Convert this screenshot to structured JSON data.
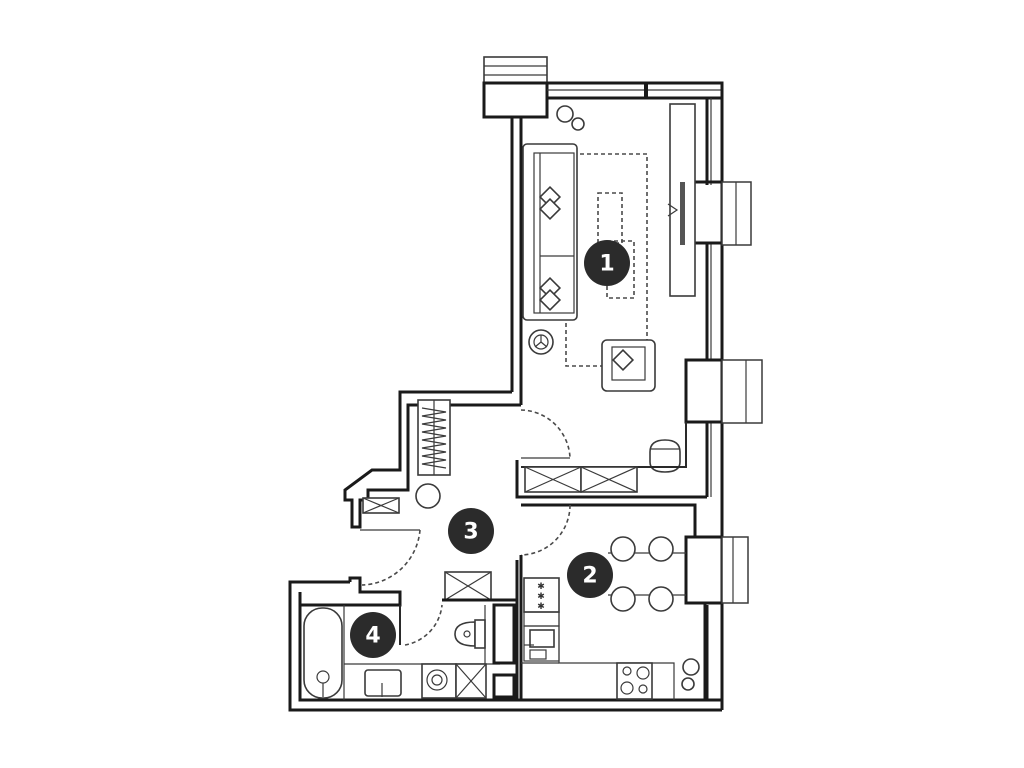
{
  "plan": {
    "type": "apartment-floor-plan",
    "colors": {
      "wall": "#1a1a1a",
      "furniture": "#3a3a3a",
      "badge_fill": "#2b2b2b",
      "badge_text": "#ffffff",
      "background": "#ffffff"
    },
    "rooms": [
      {
        "id": "room-1",
        "label": "1",
        "name": "living-room"
      },
      {
        "id": "room-2",
        "label": "2",
        "name": "kitchen"
      },
      {
        "id": "room-3",
        "label": "3",
        "name": "hallway"
      },
      {
        "id": "room-4",
        "label": "4",
        "name": "bathroom"
      }
    ]
  }
}
